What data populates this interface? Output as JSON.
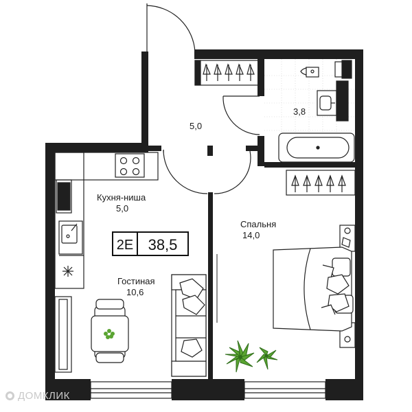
{
  "apartment": {
    "type_code": "2Е",
    "total_area": "38,5"
  },
  "rooms": {
    "hall": {
      "area": "5,0"
    },
    "bathroom": {
      "area": "3,8"
    },
    "kitchen": {
      "name": "Кухня-ниша",
      "area": "5,0"
    },
    "living": {
      "name": "Гостиная",
      "area": "10,6"
    },
    "bedroom": {
      "name": "Спальня",
      "area": "14,0"
    }
  },
  "watermark": {
    "text": "ДОМКЛИК"
  },
  "colors": {
    "wall": "#1f1f1f",
    "line": "#222222",
    "plant": "#5aa431",
    "plant_dark": "#2f6e1a",
    "tile": "#c8c8c8",
    "watermark": "#c9c9c9"
  }
}
